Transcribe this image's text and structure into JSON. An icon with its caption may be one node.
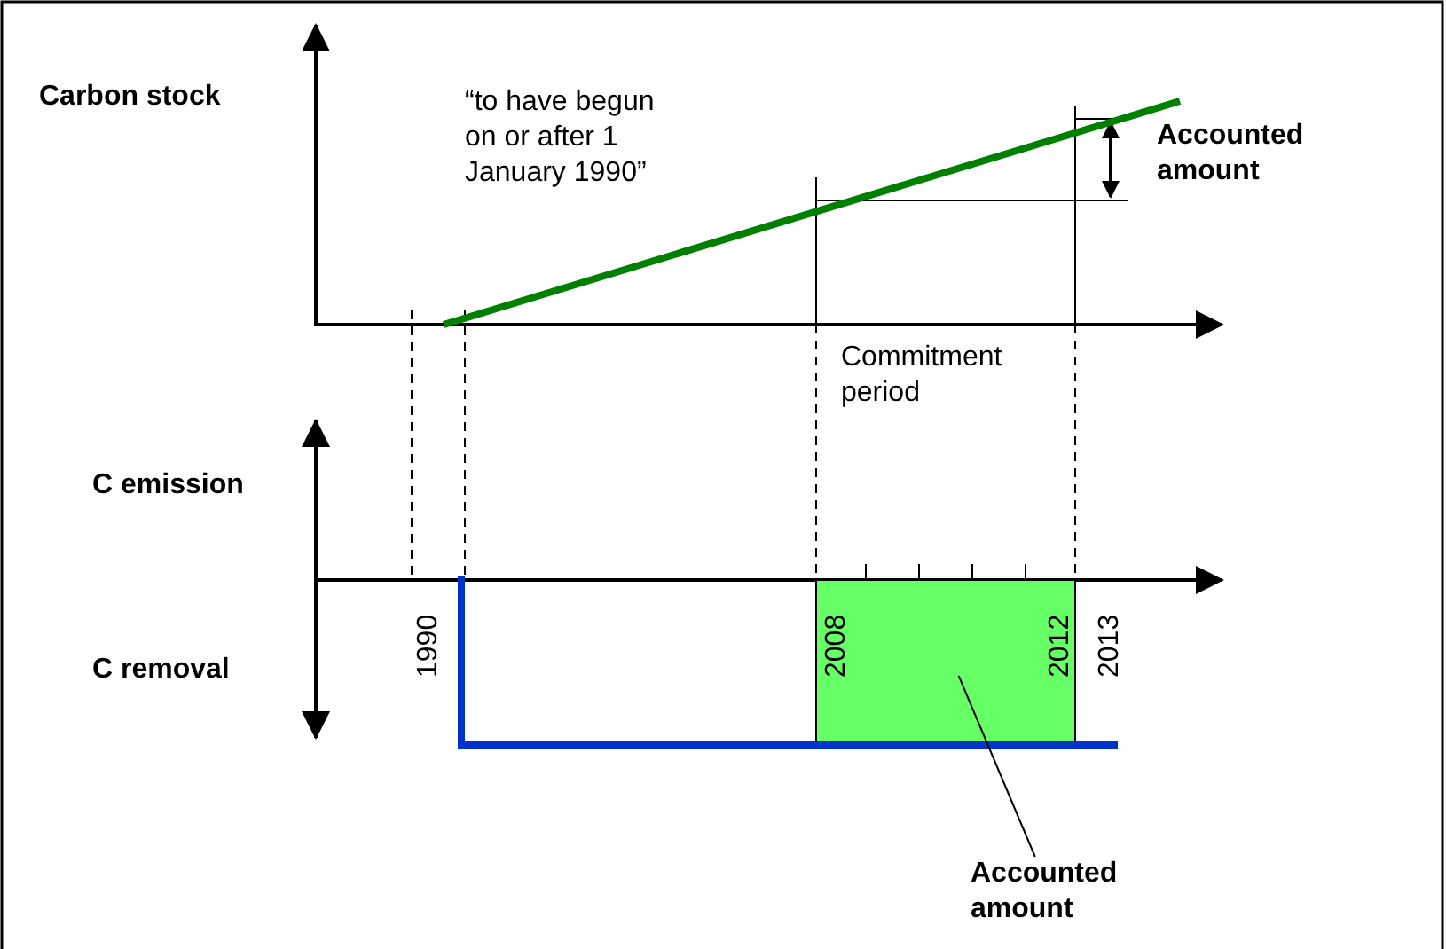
{
  "diagram": {
    "nodes": [
      {
        "text": [
          "Accounted amount"
        ]
      },
      {
        "text": [],
        "shape": "box"
      }
    ],
    "edges": [
      {
        "from": 0,
        "to": 1,
        "arrow": "none"
      }
    ],
    "labels": [
      "Carbon stock",
      "“to have begun on or after 1 January 1990”",
      "Accounted amount",
      "Commitment period",
      "C emission",
      "1990",
      "2008",
      "2012",
      "2013",
      "C removal"
    ]
  }
}
